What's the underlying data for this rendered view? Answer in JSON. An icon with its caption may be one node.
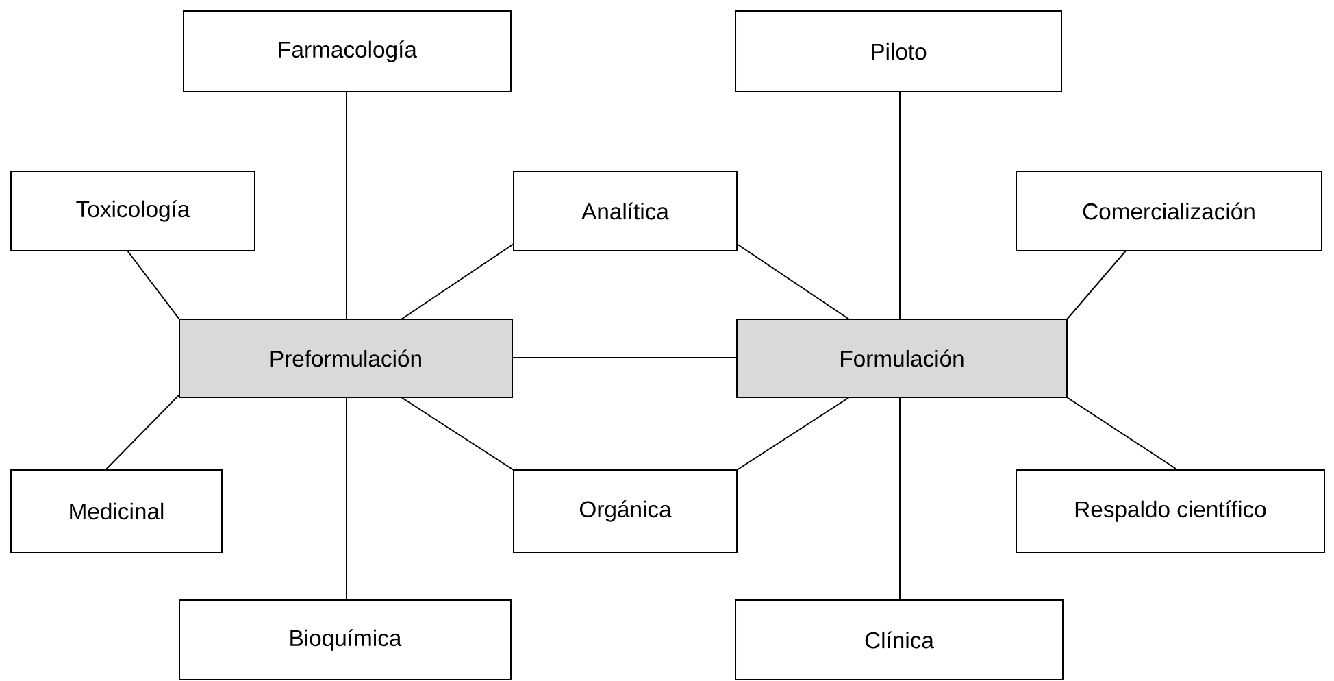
{
  "diagram": {
    "nodes": [
      {
        "text": [
          "Farmacología"
        ]
      },
      {
        "text": [
          "Piloto"
        ]
      },
      {
        "text": [
          "Toxicología"
        ]
      },
      {
        "text": [
          "Analítica"
        ]
      },
      {
        "text": [
          "Comercialización"
        ]
      },
      {
        "text": [
          "Preformulación"
        ]
      },
      {
        "text": [
          "Formulación"
        ]
      },
      {
        "text": [
          "Medicinal"
        ]
      },
      {
        "text": [
          "Orgánica"
        ]
      },
      {
        "text": [
          "Respaldo científico"
        ]
      },
      {
        "text": [
          "Bioquímica"
        ]
      },
      {
        "text": [
          "Clínica"
        ]
      }
    ],
    "edges": [
      {
        "from": 0,
        "to": 5,
        "arrow": "none"
      },
      {
        "from": 2,
        "to": 5,
        "arrow": "none"
      },
      {
        "from": 3,
        "to": 5,
        "arrow": "none"
      },
      {
        "from": 5,
        "to": 6,
        "arrow": "none"
      },
      {
        "from": 7,
        "to": 5,
        "arrow": "none"
      },
      {
        "from": 8,
        "to": 5,
        "arrow": "none"
      },
      {
        "from": 10,
        "to": 5,
        "arrow": "none"
      },
      {
        "from": 1,
        "to": 6,
        "arrow": "none"
      },
      {
        "from": 3,
        "to": 6,
        "arrow": "none"
      },
      {
        "from": 4,
        "to": 6,
        "arrow": "none"
      },
      {
        "from": 9,
        "to": 6,
        "arrow": "none"
      },
      {
        "from": 8,
        "to": 6,
        "arrow": "none"
      },
      {
        "from": 11,
        "to": 6,
        "arrow": "none"
      }
    ]
  }
}
